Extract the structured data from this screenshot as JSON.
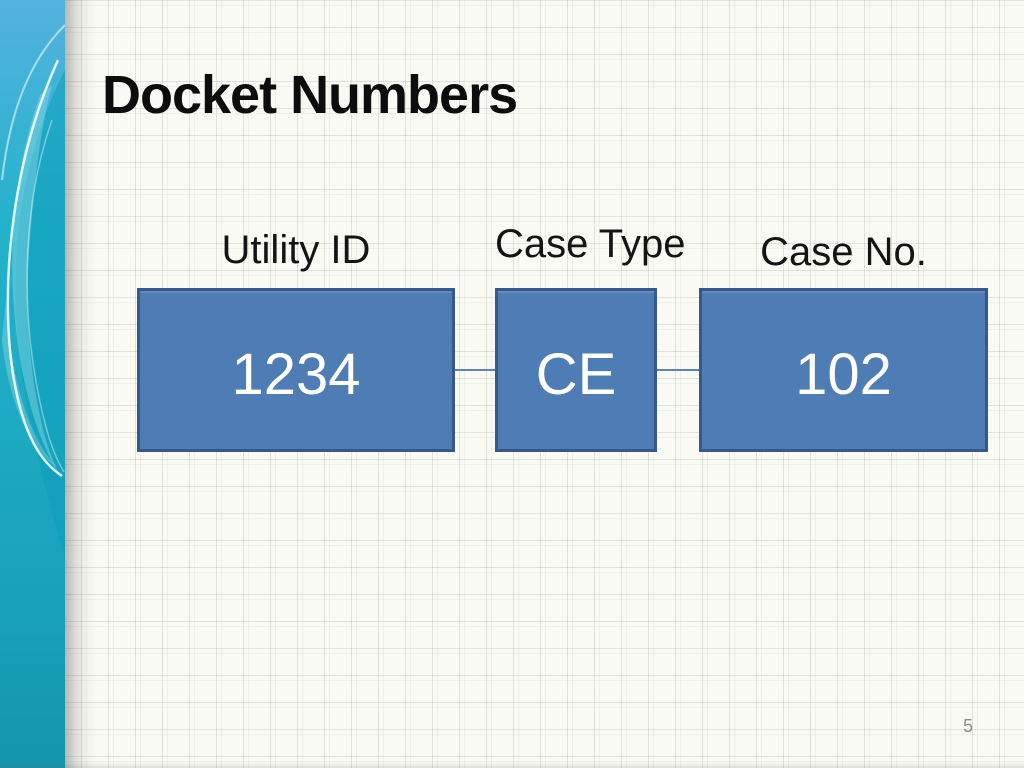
{
  "slide": {
    "title": "Docket Numbers",
    "page_number": "5"
  },
  "diagram": {
    "boxes": [
      {
        "label": "Utility ID",
        "value": "1234"
      },
      {
        "label": "Case Type",
        "value": "CE"
      },
      {
        "label": "Case No.",
        "value": "102"
      }
    ]
  },
  "colors": {
    "box_fill": "#4E7CB5",
    "box_border": "#35598A",
    "connector": "#5B84B8",
    "box_value_text": "#FFFFFF",
    "title_text": "#0D0D0D",
    "label_text": "#141414",
    "page_number_text": "#8D8D8D",
    "background": "#FAFAF4",
    "grid_line": "#B9B9AF",
    "sidebar_top_blue": "#55B2DE",
    "sidebar_teal": "#1DAAC3",
    "sidebar_bottom_teal": "#1495AF",
    "sidebar_swoosh_white": "#FFFFFF"
  }
}
